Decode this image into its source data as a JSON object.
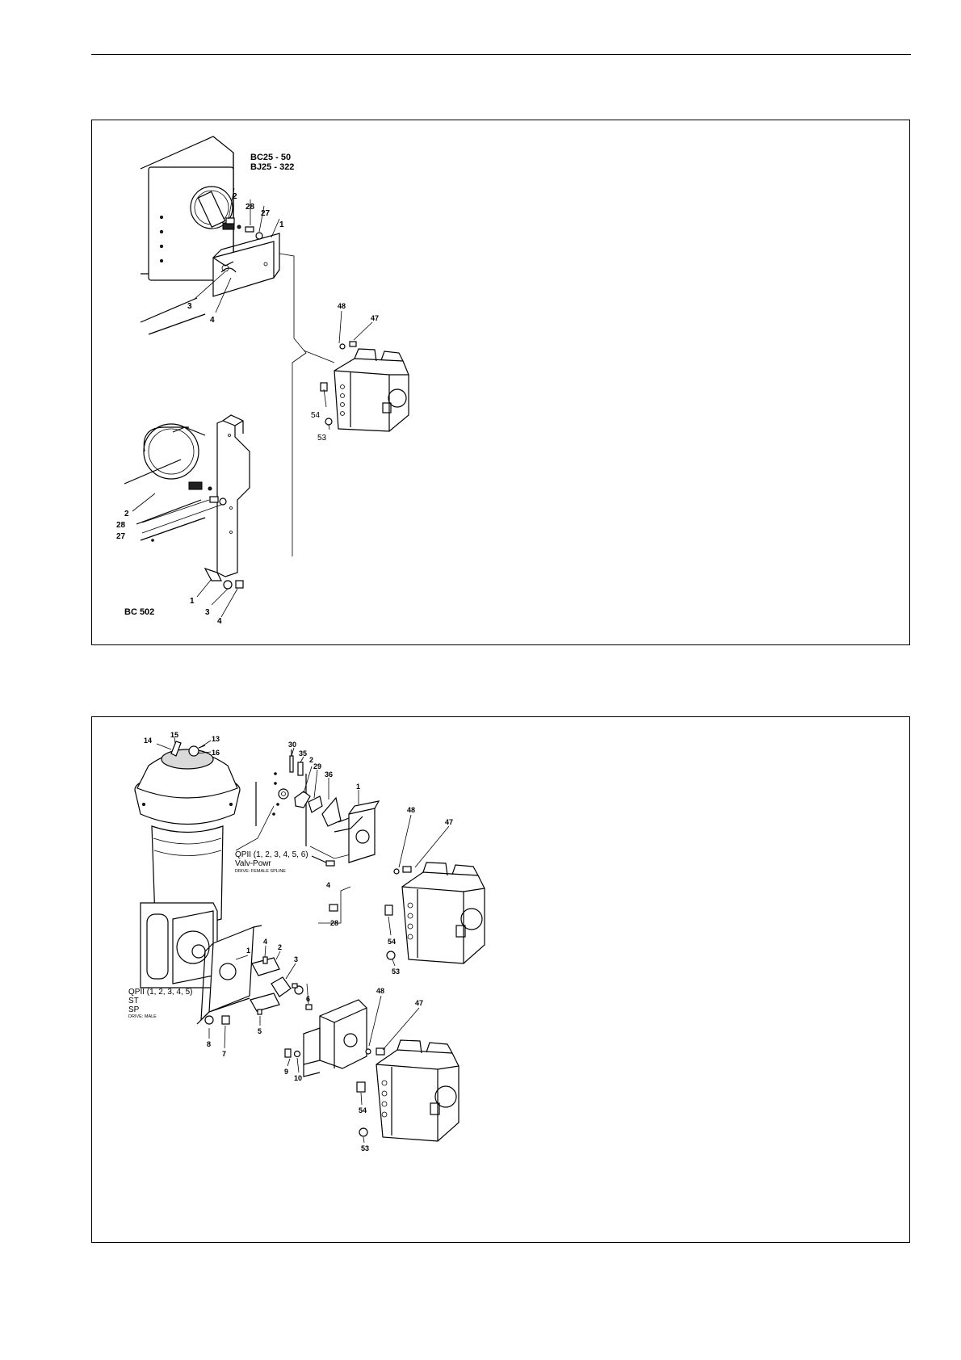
{
  "figure_top": {
    "labels": {
      "model_line1": "BC25 - 50",
      "model_line2": "BJ25 - 322",
      "model_bottom": "BC 502",
      "p2a": "2",
      "p28a": "28",
      "p27a": "27",
      "p1a": "1",
      "p3a": "3",
      "p4a": "4",
      "p48": "48",
      "p47": "47",
      "p54": "54",
      "p53": "53",
      "p2b": "2",
      "p28b": "28",
      "p27b": "27",
      "p1b": "1",
      "p3b": "3",
      "p4b": "4"
    }
  },
  "figure_bottom": {
    "labels": {
      "p15": "15",
      "p14": "14",
      "p13": "13",
      "p16": "16",
      "p30": "30",
      "p35": "35",
      "p2": "2",
      "p29": "29",
      "p36": "36",
      "p1": "1",
      "p48a": "48",
      "p47a": "47",
      "qp_top_line1": "QPII (1, 2, 3, 4, 5, 6)",
      "qp_top_line2": "Valv-Powr",
      "qp_top_line3": "DRIVE: FEMALE SPLINE",
      "p4": "4",
      "p28": "28",
      "p54a": "54",
      "p53a": "53",
      "p1c": "1",
      "p4c": "4",
      "p2c": "2",
      "p3c": "3",
      "qp_bot_line1": "QPII (1, 2, 3, 4, 5)",
      "qp_bot_line2": "ST",
      "qp_bot_line3": "SP",
      "qp_bot_line4": "DRIVE: MALE",
      "p6": "6",
      "p8": "8",
      "p7": "7",
      "p5": "5",
      "p48b": "48",
      "p47b": "47",
      "p9": "9",
      "p10": "10",
      "p54b": "54",
      "p53b": "53"
    }
  }
}
